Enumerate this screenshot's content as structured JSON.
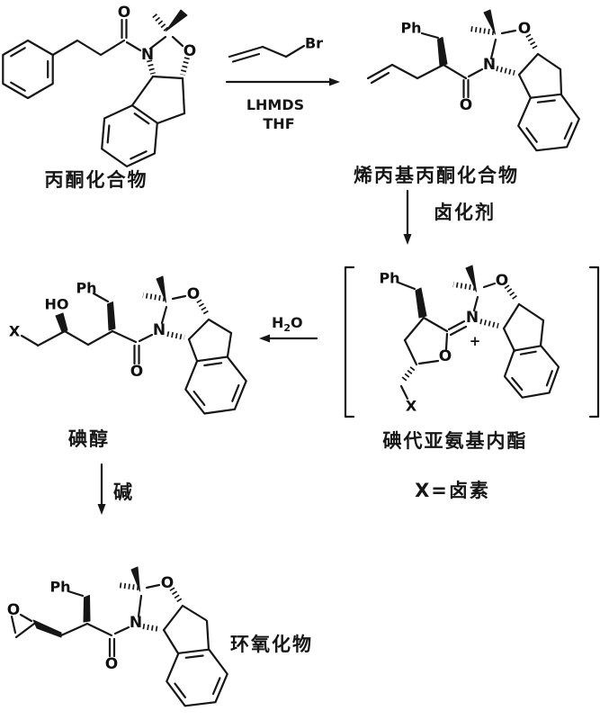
{
  "page": {
    "background": "#ffffff",
    "ink": "#161616"
  },
  "labels": {
    "compound1": "丙酮化合物",
    "compound2": "烯丙基丙酮化合物",
    "intermediate": "碘代亚氨基内酯",
    "intermediate_note": "X=卤素",
    "compound3": "碘醇",
    "compound4": "环氧化物"
  },
  "reagents": {
    "lhmds": "LHMDS",
    "thf": "THF",
    "halogenating_agent": "卤化剂",
    "water": {
      "h": "H",
      "sub": "2",
      "o": "O"
    },
    "base": "碱"
  },
  "atoms": {
    "O": "O",
    "N": "N",
    "Ph": "Ph",
    "HO": "HO",
    "X": "X",
    "Br": "Br",
    "plus": "+"
  }
}
